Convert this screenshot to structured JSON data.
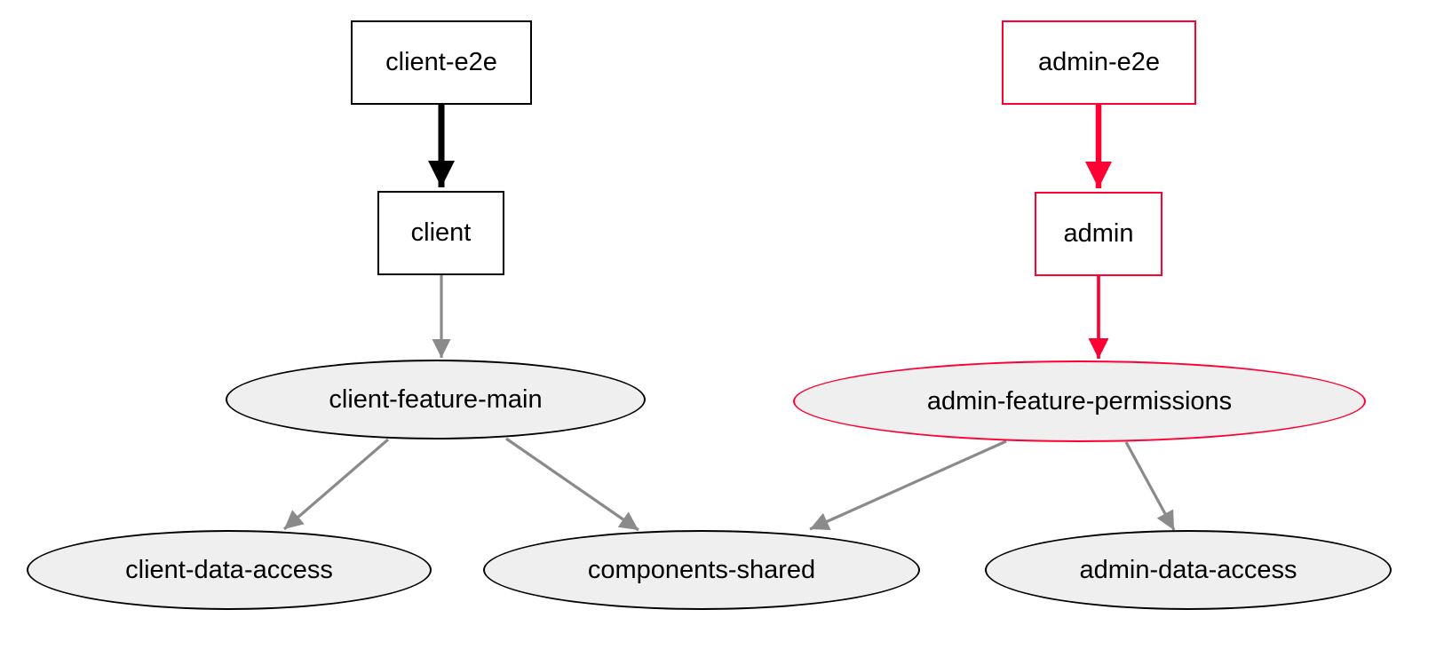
{
  "diagram": {
    "type": "dependency-graph",
    "background": "#ffffff"
  },
  "colors": {
    "affected": "#ff0033",
    "node_stroke": "#000000",
    "edge_bold": "#000000",
    "edge_gray": "#8a8a8a",
    "ellipse_fill": "#efefef",
    "box_fill": "#ffffff",
    "text": "#000000"
  },
  "nodes": [
    {
      "id": "client-e2e",
      "label": "client-e2e",
      "shape": "box",
      "affected": false
    },
    {
      "id": "admin-e2e",
      "label": "admin-e2e",
      "shape": "box",
      "affected": true
    },
    {
      "id": "client",
      "label": "client",
      "shape": "box",
      "affected": false
    },
    {
      "id": "admin",
      "label": "admin",
      "shape": "box",
      "affected": true
    },
    {
      "id": "client-feature-main",
      "label": "client-feature-main",
      "shape": "ellipse",
      "affected": false
    },
    {
      "id": "admin-feature-permissions",
      "label": "admin-feature-permissions",
      "shape": "ellipse",
      "affected": true
    },
    {
      "id": "client-data-access",
      "label": "client-data-access",
      "shape": "ellipse",
      "affected": false
    },
    {
      "id": "components-shared",
      "label": "components-shared",
      "shape": "ellipse",
      "affected": false
    },
    {
      "id": "admin-data-access",
      "label": "admin-data-access",
      "shape": "ellipse",
      "affected": false
    }
  ],
  "edges": [
    {
      "from": "client-e2e",
      "to": "client",
      "color": "black",
      "weight": "bold"
    },
    {
      "from": "admin-e2e",
      "to": "admin",
      "color": "affected",
      "weight": "bold"
    },
    {
      "from": "client",
      "to": "client-feature-main",
      "color": "gray",
      "weight": "normal"
    },
    {
      "from": "admin",
      "to": "admin-feature-permissions",
      "color": "affected",
      "weight": "normal"
    },
    {
      "from": "client-feature-main",
      "to": "client-data-access",
      "color": "gray",
      "weight": "normal"
    },
    {
      "from": "client-feature-main",
      "to": "components-shared",
      "color": "gray",
      "weight": "normal"
    },
    {
      "from": "admin-feature-permissions",
      "to": "components-shared",
      "color": "gray",
      "weight": "normal"
    },
    {
      "from": "admin-feature-permissions",
      "to": "admin-data-access",
      "color": "gray",
      "weight": "normal"
    }
  ]
}
